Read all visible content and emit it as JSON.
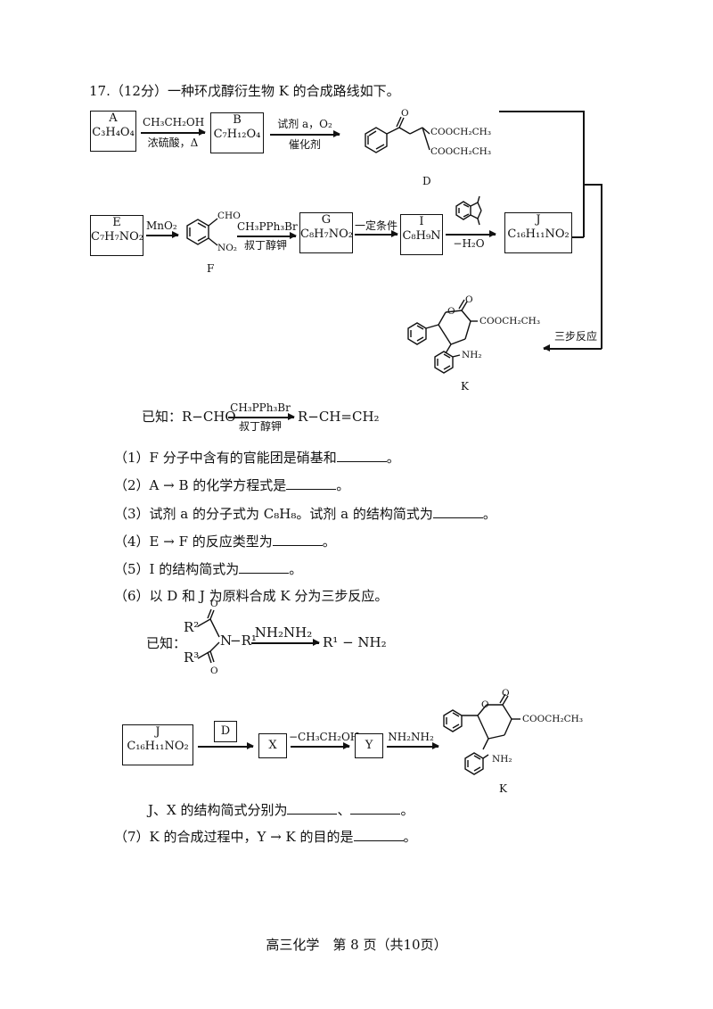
{
  "question": {
    "header": "17.（12分）一种环戊醇衍生物 K 的合成路线如下。"
  },
  "scheme": {
    "A": {
      "label": "A",
      "formula": "C₃H₄O₄"
    },
    "B": {
      "label": "B",
      "formula": "C₇H₁₂O₄"
    },
    "D": {
      "label": "D",
      "ester_top": "COOCH₂CH₃",
      "ester_bottom": "COOCH₂CH₃",
      "ketone_o": "O"
    },
    "E": {
      "label": "E",
      "formula": "C₇H₇NO₂"
    },
    "F": {
      "label": "F",
      "cho": "CHO",
      "no2": "NO₂"
    },
    "G": {
      "label": "G",
      "formula": "C₈H₇NO₂"
    },
    "I": {
      "label": "I",
      "formula": "C₈H₉N"
    },
    "J": {
      "label": "J",
      "formula": "C₁₆H₁₁NO₂"
    },
    "K": {
      "label": "K",
      "ester": "COOCH₂CH₃",
      "amine": "NH₂",
      "lactone_o": "O",
      "ring_o": "O"
    },
    "arrow_ab_top": "CH₃CH₂OH",
    "arrow_ab_bottom": "浓硫酸，Δ",
    "arrow_bd_top": "试剂 a，O₂",
    "arrow_bd_bottom": "催化剂",
    "arrow_ef_top": "MnO₂",
    "arrow_fg_top": "CH₃PPh₃Br",
    "arrow_fg_bottom": "叔丁醇钾",
    "arrow_gi_top": "一定条件",
    "arrow_ij_bottom": "−H₂O",
    "arrow_k_label": "三步反应"
  },
  "known1": {
    "prefix": "已知：",
    "left": "R−CHO",
    "top": "CH₃PPh₃Br",
    "bottom": "叔丁醇钾",
    "right": "R−CH=CH₂"
  },
  "questions": {
    "q1": "（1）F 分子中含有的官能团是硝基和",
    "q2": "（2）A → B 的化学方程式是",
    "q3": "（3）试剂 a 的分子式为 C₈H₈。试剂 a 的结构简式为",
    "q4": "（4）E → F 的反应类型为",
    "q5": "（5）I 的结构简式为",
    "q6": "（6）以 D 和 J 为原料合成 K 分为三步反应。",
    "q7": "（7）K 的合成过程中，Y → K 的目的是",
    "end": "。",
    "sep": "、",
    "jx": "J、X 的结构简式分别为"
  },
  "known2": {
    "prefix": "已知：",
    "r2": "R²",
    "r3": "R³",
    "n": "N",
    "r1": "−R¹",
    "o": "O",
    "reagent": "NH₂NH₂",
    "product": "R¹ − NH₂"
  },
  "scheme2": {
    "J": {
      "label": "J",
      "formula": "C₁₆H₁₁NO₂"
    },
    "D": "D",
    "X": "X",
    "Y": "Y",
    "xy_top": "−CH₃CH₂OH",
    "yk_top": "NH₂NH₂",
    "K": "K"
  },
  "footer": "高三化学　第 8 页（共10页）"
}
